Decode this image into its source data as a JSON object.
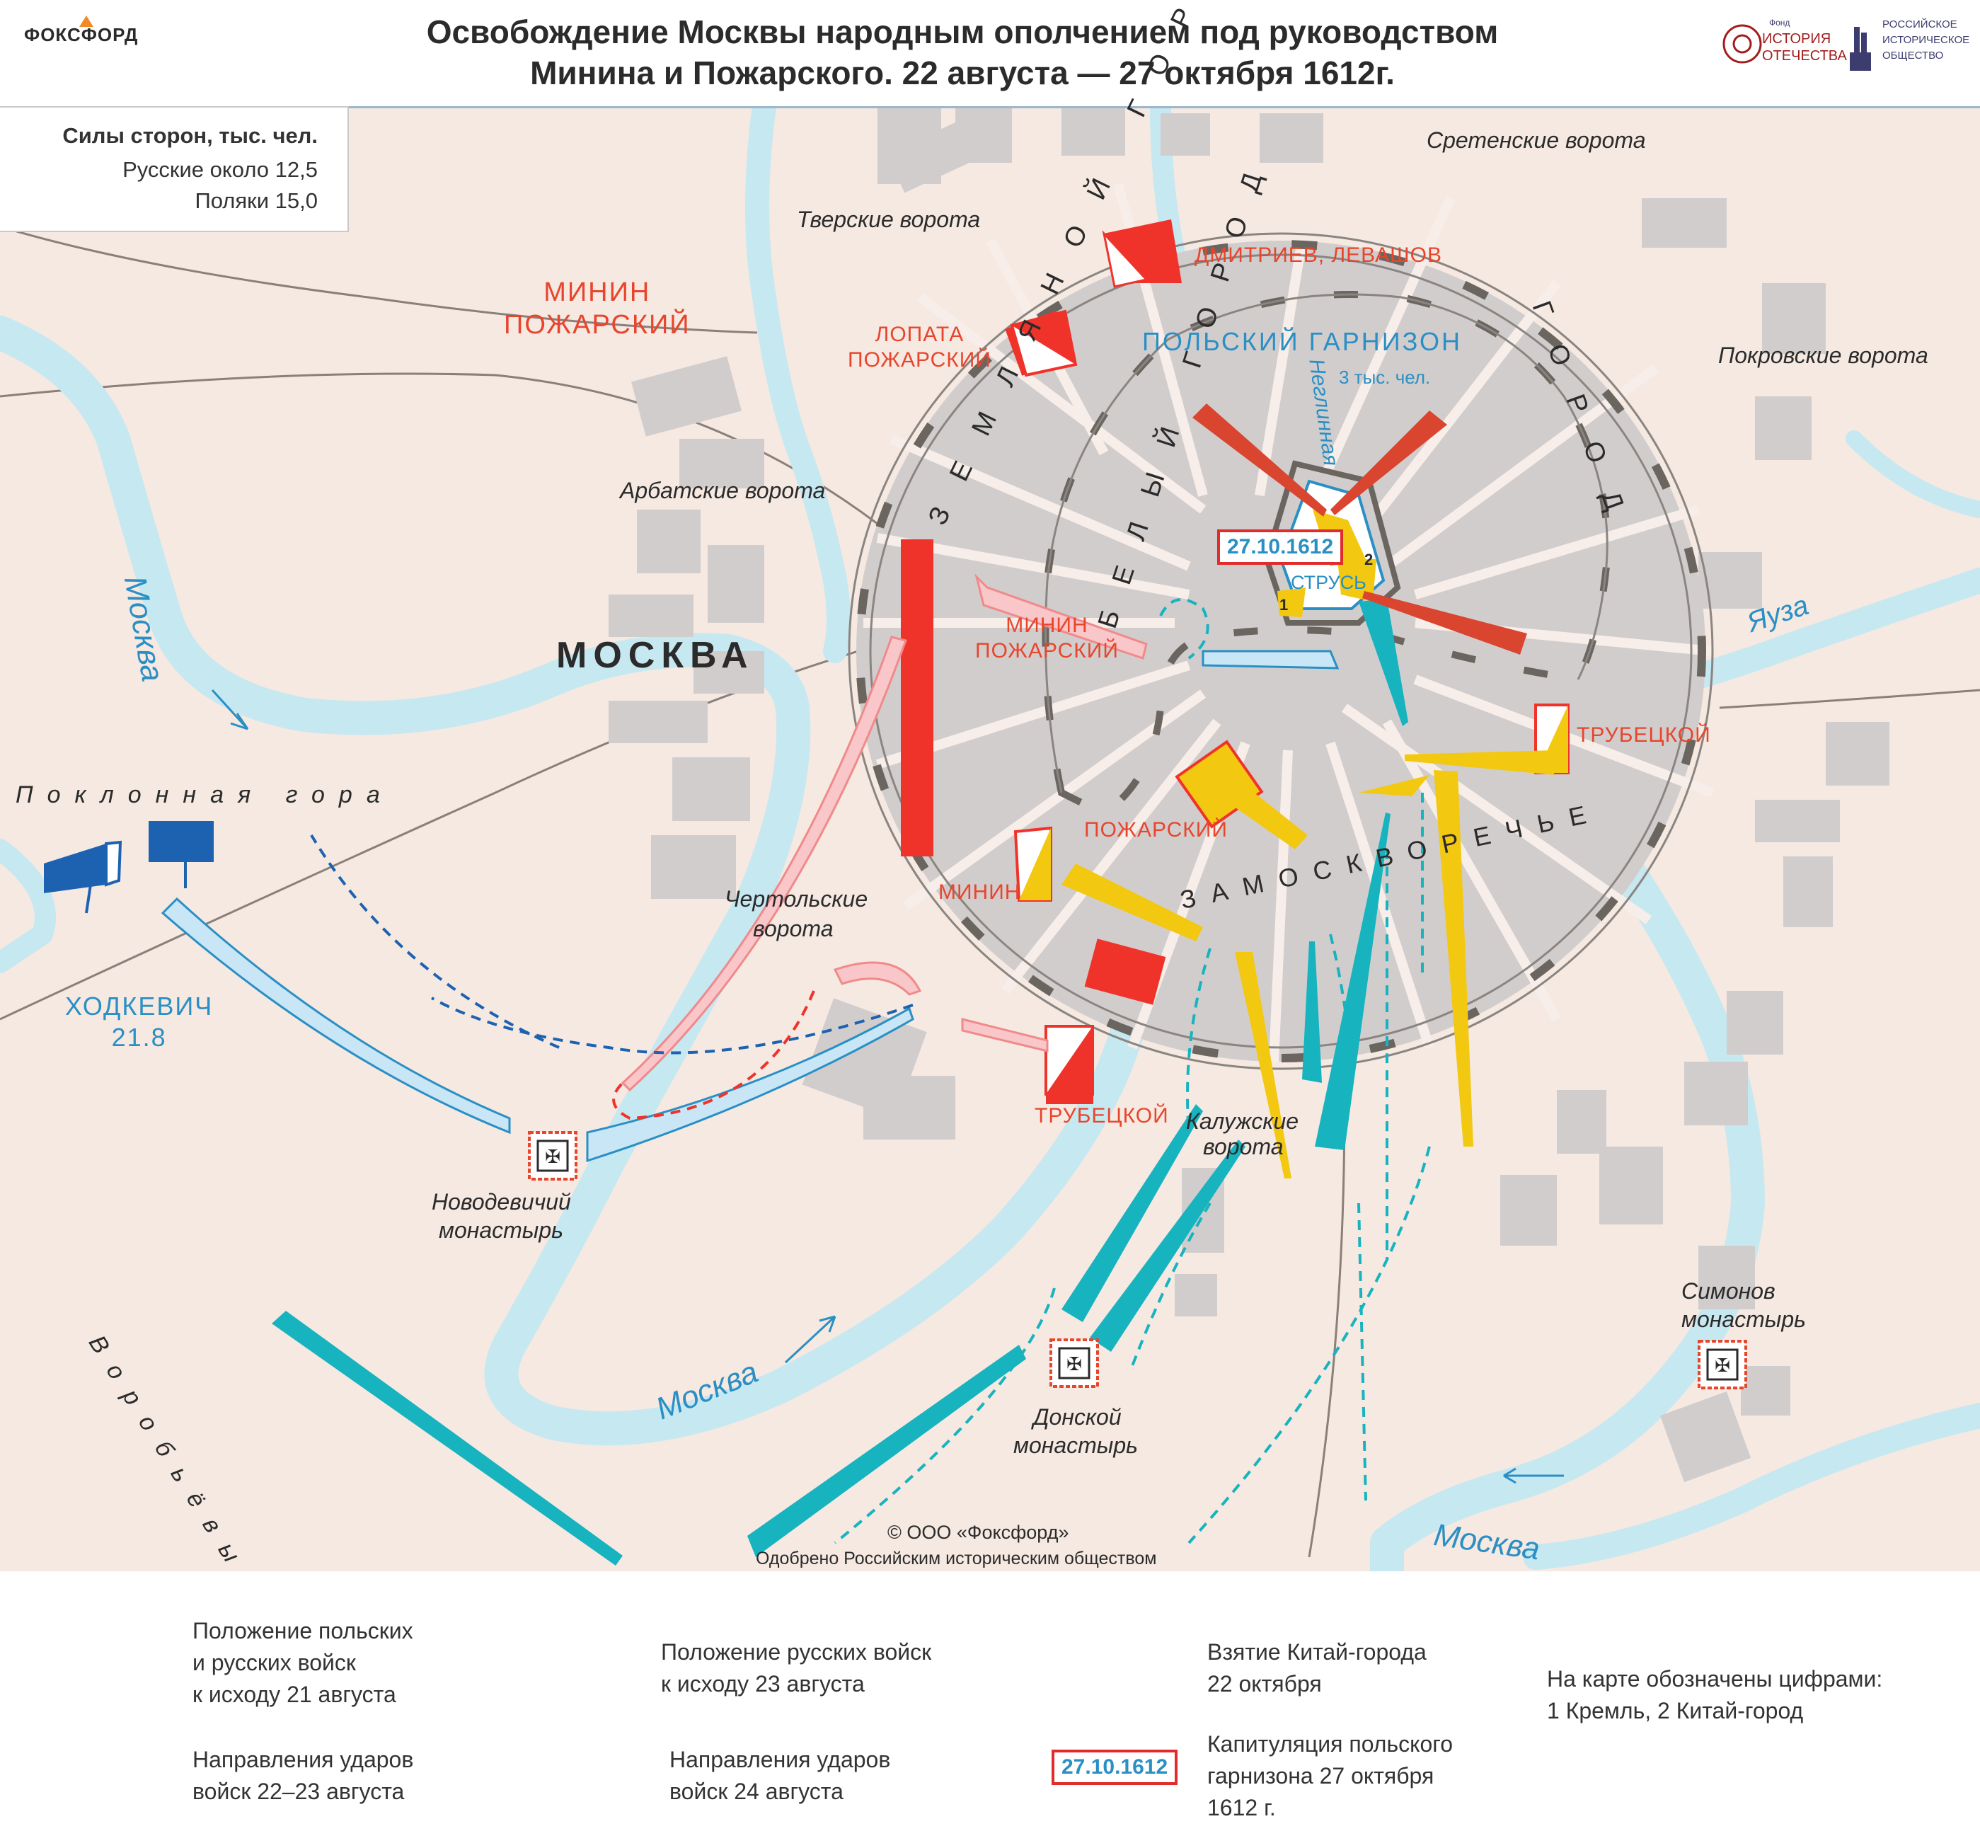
{
  "header": {
    "brand": "ФОКСФОРД",
    "title_line1": "Освобождение Москвы народным ополчением под руководством",
    "title_line2": "Минина и Пожарского. 22 августа — 27 октября 1612г.",
    "logo1_small": "Фонд",
    "logo1_line1": "ИСТОРИЯ",
    "logo1_line2": "ОТЕЧЕСТВА",
    "logo2_line1": "РОССИЙСКОЕ",
    "logo2_line2": "ИСТОРИЧЕСКОЕ",
    "logo2_line3": "ОБЩЕСТВО"
  },
  "forces": {
    "title": "Силы сторон, тыс. чел.",
    "russians": "Русские около 12,5",
    "poles": "Поляки 15,0"
  },
  "map": {
    "city": "МОСКВА",
    "districts": {
      "zemlyanoy": "ЗЕМЛЯНОЙ ГОРОД",
      "zemlyanoy_right": "ГОРОД",
      "bely": "БЕЛЫЙ ГОРОД",
      "zamoskvorechye": "ЗАМОСКВОРЕЧЬЕ"
    },
    "gates": {
      "tverskie": "Тверские ворота",
      "sretenskie": "Сретенские ворота",
      "pokrovskie": "Покровские ворота",
      "arbatskie": "Арбатские ворота",
      "chertolskie_1": "Чертольские",
      "chertolskie_2": "ворота",
      "kaluzhskie_1": "Калужские",
      "kaluzhskie_2": "ворота"
    },
    "places": {
      "poklonnaya": "Поклонная гора",
      "vorobyovy": "Воробьёвы горы",
      "novodevichy_1": "Новодевичий",
      "novodevichy_2": "монастырь",
      "donskoy_1": "Донской",
      "donskoy_2": "монастырь",
      "simonov_1": "Симонов",
      "simonov_2": "монастырь"
    },
    "rivers": {
      "moskva_1": "Москва",
      "moskva_2": "Москва",
      "moskva_3": "Москва",
      "yauza": "Яуза",
      "neglinnaya": "Неглинная"
    },
    "commanders": {
      "minin_pozharsky_1": "МИНИН",
      "minin_pozharsky_2": "ПОЖАРСКИЙ",
      "dmitriev_levashov": "ДМИТРИЕВ, ЛЕВАШОВ",
      "lopata_1": "ЛОПАТА",
      "lopata_2": "ПОЖАРСКИЙ",
      "minin_pozharsky_c1": "МИНИН",
      "minin_pozharsky_c2": "ПОЖАРСКИЙ",
      "trubetskoy_1": "ТРУБЕЦКОЙ",
      "trubetskoy_2": "ТРУБЕЦКОЙ",
      "pozharsky": "ПОЖАРСКИЙ",
      "minin": "МИНИН",
      "khodkevich": "ХОДКЕВИЧ",
      "khodkevich_date": "21.8",
      "polish_garrison": "ПОЛЬСКИЙ ГАРНИЗОН",
      "garrison_size": "3 тыс. чел.",
      "strus": "СТРУСЬ"
    },
    "capitulation_date": "27.10.1612",
    "kremlin_num": "1",
    "kitay_num": "2",
    "copyright": "© ООО «Фоксфорд»",
    "approved": "Одобрено Российским историческим обществом"
  },
  "legend": {
    "positions_21": "Положение польских\nи русских войск\nк исходу 21 августа",
    "strikes_22_23": "Направления ударов\nвойск 22–23 августа",
    "positions_23": "Положение русских войск\nк исходу 23 августа",
    "strikes_24": "Направления ударов\nвойск 24 августа",
    "kitay_capture": "Взятие Китай-города\n22 октября",
    "capitulation_text": "Капитуляция польского\nгарнизона 27 октября\n1612 г.",
    "capitulation_box": "27.10.1612",
    "numbers_note": "На карте обозначены цифрами:\n1 Кремль, 2 Китай-город"
  },
  "colors": {
    "background": "#f5e9e2",
    "river": "#c6e8f0",
    "block": "#d2cdcd",
    "wall": "#6b6560",
    "polish": "#1d62b1",
    "russian": "#f0332a",
    "yellow": "#f2c811",
    "teal": "#17b3bf",
    "light_blue": "#c9e6f7",
    "pink": "#f9c6c9",
    "kitay_capture": "#d9452f"
  }
}
